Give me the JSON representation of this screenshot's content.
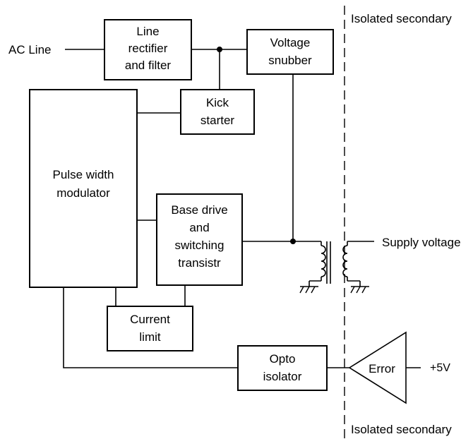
{
  "labels": {
    "ac_line": "AC Line",
    "isolated_top": "Isolated secondary",
    "isolated_bottom": "Isolated secondary",
    "supply_voltage": "Supply voltage",
    "plus5v": "+5V",
    "error": "Error"
  },
  "blocks": {
    "rectifier": [
      "Line",
      "rectifier",
      "and filter"
    ],
    "snubber": [
      "Voltage",
      "snubber"
    ],
    "kick": [
      "Kick",
      "starter"
    ],
    "pwm": [
      "Pulse width",
      "modulator"
    ],
    "base_drive": [
      "Base drive",
      "and",
      "switching",
      "transistr"
    ],
    "current_limit": [
      "Current",
      "limit"
    ],
    "opto": [
      "Opto",
      "isolator"
    ]
  }
}
